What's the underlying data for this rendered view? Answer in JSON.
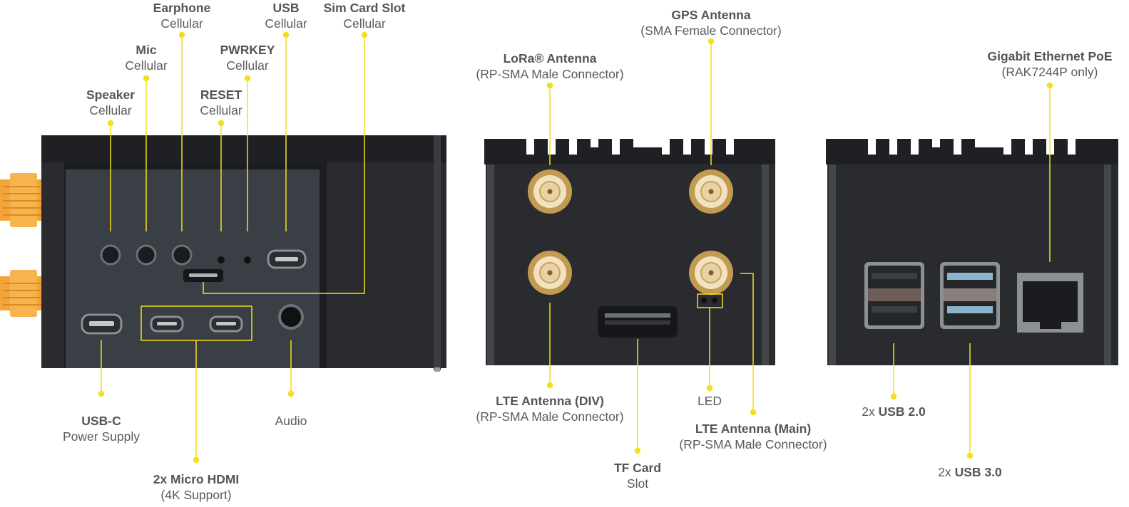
{
  "colors": {
    "leader": "#f4df1b",
    "case_dark": "#2a2b2f",
    "case_top": "#1f2024",
    "panel": "#3a3d42",
    "brass": "#c9a25f",
    "orange_connector": "#f3a53b",
    "text": "#5b5b5b"
  },
  "left_panel": {
    "earphone": {
      "title": "Earphone",
      "sub": "Cellular"
    },
    "usb": {
      "title": "USB",
      "sub": "Cellular"
    },
    "sim": {
      "title": "Sim Card Slot",
      "sub": "Cellular"
    },
    "mic": {
      "title": "Mic",
      "sub": "Cellular"
    },
    "pwrkey": {
      "title": "PWRKEY",
      "sub": "Cellular"
    },
    "speaker": {
      "title": "Speaker",
      "sub": "Cellular"
    },
    "reset": {
      "title": "RESET",
      "sub": "Cellular"
    },
    "usbc": {
      "title": "USB-C",
      "sub": "Power Supply"
    },
    "audio": {
      "title": "",
      "sub": "Audio"
    },
    "hdmi": {
      "title": "2x Micro HDMI",
      "sub": "(4K Support)"
    }
  },
  "middle_panel": {
    "gps": {
      "title": "GPS Antenna",
      "sub": "(SMA Female Connector)"
    },
    "lora": {
      "title": "LoRa® Antenna",
      "sub": "(RP-SMA Male Connector)"
    },
    "lte_div": {
      "title": "LTE Antenna (DIV)",
      "sub": "(RP-SMA Male Connector)"
    },
    "led": {
      "title": "",
      "sub": "LED"
    },
    "lte_main": {
      "title": "LTE Antenna (Main)",
      "sub": "(RP-SMA Male Connector)"
    },
    "tf": {
      "title": "TF Card",
      "sub": "Slot"
    }
  },
  "right_panel": {
    "ethernet": {
      "title": "Gigabit Ethernet PoE",
      "sub": "(RAK7244P only)"
    },
    "usb2": {
      "prefix": "2x",
      "title": "USB 2.0"
    },
    "usb3": {
      "prefix": "2x",
      "title": "USB 3.0"
    }
  }
}
